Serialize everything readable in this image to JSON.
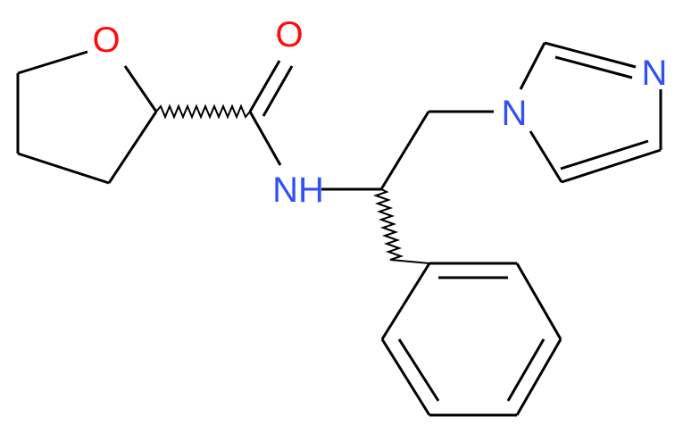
{
  "atoms": {
    "ring_oxygen": "O",
    "carbonyl_oxygen": "O",
    "amide_nh": "NH",
    "imidazole_n1": "N",
    "imidazole_n3": "N"
  },
  "colors": {
    "oxygen": "#ff0d0d",
    "nitrogen": "#3050f8",
    "bond": "#000000",
    "background": "#ffffff"
  }
}
